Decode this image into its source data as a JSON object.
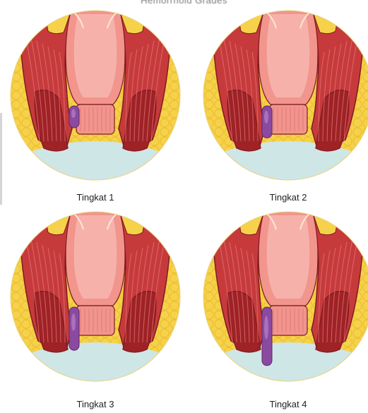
{
  "title": "Hemorrhoid Grades",
  "grades": [
    {
      "label": "Tingkat 1",
      "prolapse": 0.18
    },
    {
      "label": "Tingkat 2",
      "prolapse": 0.38
    },
    {
      "label": "Tingkat 3",
      "prolapse": 0.6
    },
    {
      "label": "Tingkat 4",
      "prolapse": 0.9
    }
  ],
  "colors": {
    "background": "#ffffff",
    "fat": "#f6d24a",
    "fat_cell": "#e9bb2f",
    "muscle": "#c73a3c",
    "muscle_dark": "#9e2226",
    "muscle_line": "#e2797a",
    "lumen": "#f1958d",
    "lumen_inner": "#f6b2aa",
    "skin": "#ffe5d5",
    "lower_area": "#cfe6e6",
    "hemorrhoid": "#8b4aa0",
    "outline": "#7d1b1e"
  }
}
